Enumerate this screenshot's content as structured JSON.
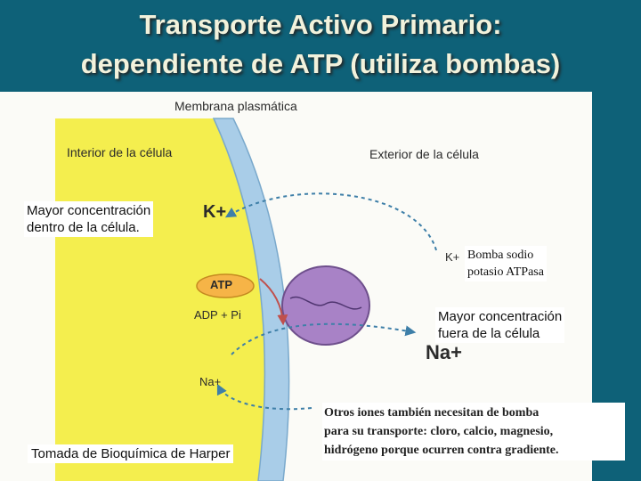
{
  "title": {
    "line1": "Transporte Activo Primario:",
    "line2": "dependiente de ATP (utiliza bombas)"
  },
  "figure": {
    "membrane_label": "Membrana plasmática",
    "inside_label": "Interior de la célula",
    "outside_label": "Exterior de la célula",
    "k_inside": "K+",
    "k_outside": "K+",
    "atp": "ATP",
    "adp": "ADP + Pi",
    "na_inside": "Na+",
    "na_outside": "Na+"
  },
  "annotations": {
    "inside_conc_line1": "Mayor concentración",
    "inside_conc_line2": "dentro de la célula.",
    "pump_line1": "Bomba sodio",
    "pump_line2": "potasio ATPasa",
    "outside_conc_line1": "Mayor concentración",
    "outside_conc_line2": "fuera de la célula",
    "other_ions_line1": "Otros iones también necesitan de bomba",
    "other_ions_line2": "para su transporte:  cloro, calcio, magnesio,",
    "other_ions_line3": "hidrógeno porque ocurren contra gradiente.",
    "source": "Tomada de Bioquímica de Harper"
  },
  "colors": {
    "background": "#0e6178",
    "title": "#f2f2dc",
    "cytoplasm": "#f4ee4e",
    "membrane": "#a9cde8",
    "pump": "#a882c6",
    "atp_badge": "#f6b447",
    "arrow": "#3e7fa8"
  }
}
